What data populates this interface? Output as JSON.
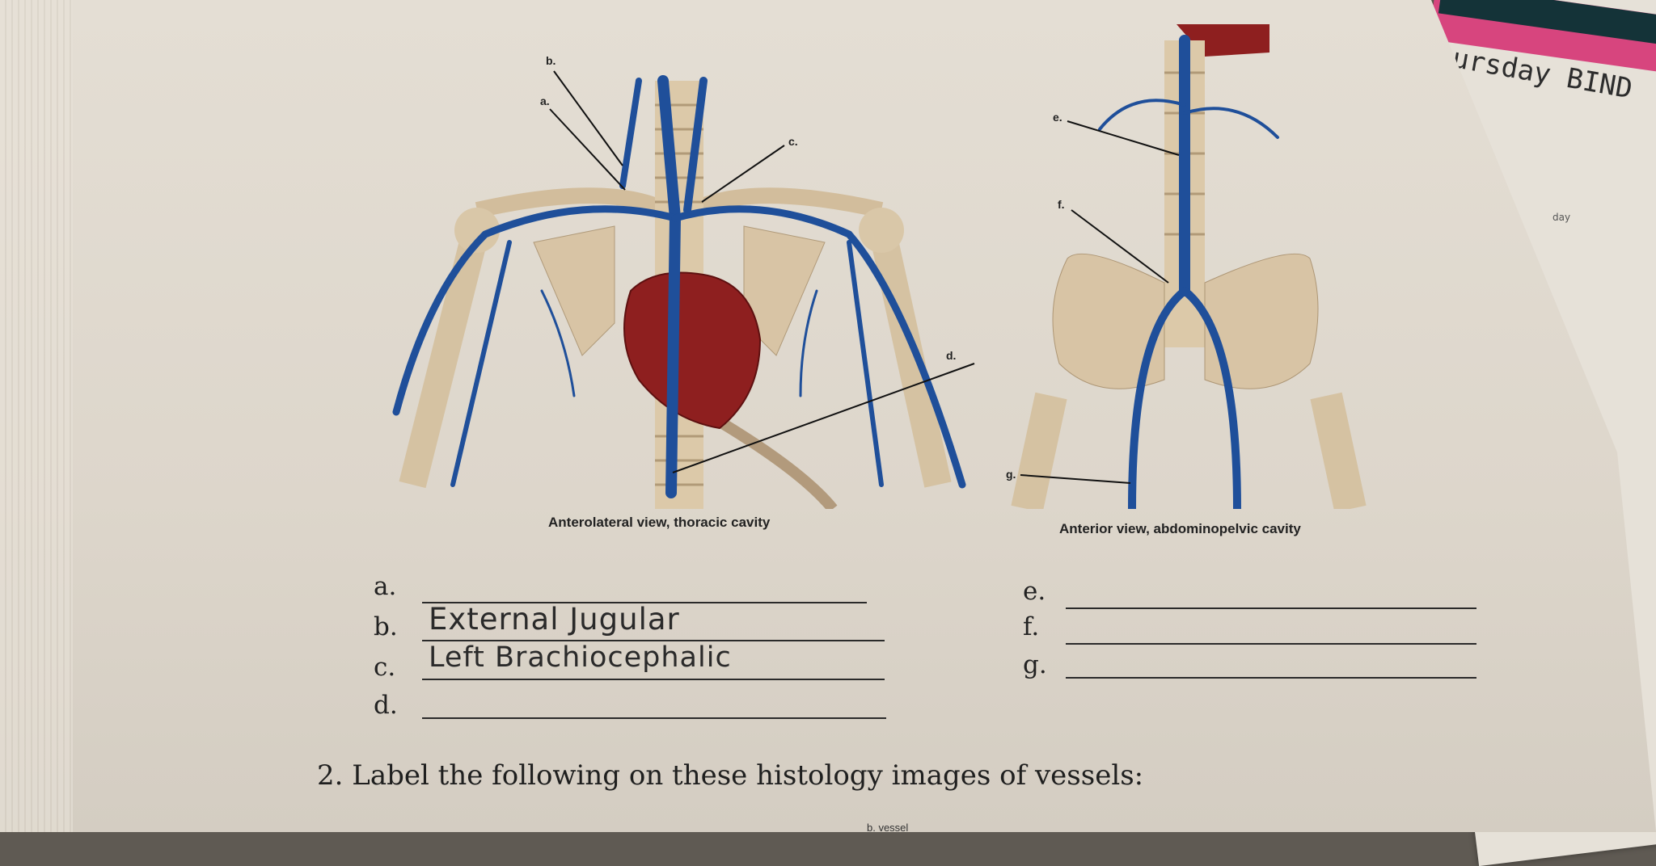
{
  "figures": {
    "thoracic": {
      "caption": "Anterolateral view, thoracic cavity",
      "labels": {
        "a": "a.",
        "b": "b.",
        "c": "c.",
        "d": "d."
      }
    },
    "abdominopelvic": {
      "caption": "Anterior view, abdominopelvic cavity",
      "labels": {
        "e": "e.",
        "f": "f.",
        "g": "g."
      }
    }
  },
  "answer_list": [
    {
      "letter": "a.",
      "answer": ""
    },
    {
      "letter": "b.",
      "answer": "External Jugular"
    },
    {
      "letter": "c.",
      "answer": "Left Brachiocephalic"
    },
    {
      "letter": "d.",
      "answer": ""
    },
    {
      "letter": "e.",
      "answer": ""
    },
    {
      "letter": "f.",
      "answer": ""
    },
    {
      "letter": "g.",
      "answer": ""
    }
  ],
  "question_2": "2. Label the following on these histology images of vessels:",
  "bottom_cutoff_text": "b. vessel",
  "background_notes": {
    "top_right_handwriting": "ursday BIND",
    "side_tab_text": "day"
  },
  "colors": {
    "vein_blue": "#1f4f9a",
    "bone": "#d8c4a5",
    "heart_red": "#8e1f1f",
    "paper": "#e2dcd2"
  }
}
